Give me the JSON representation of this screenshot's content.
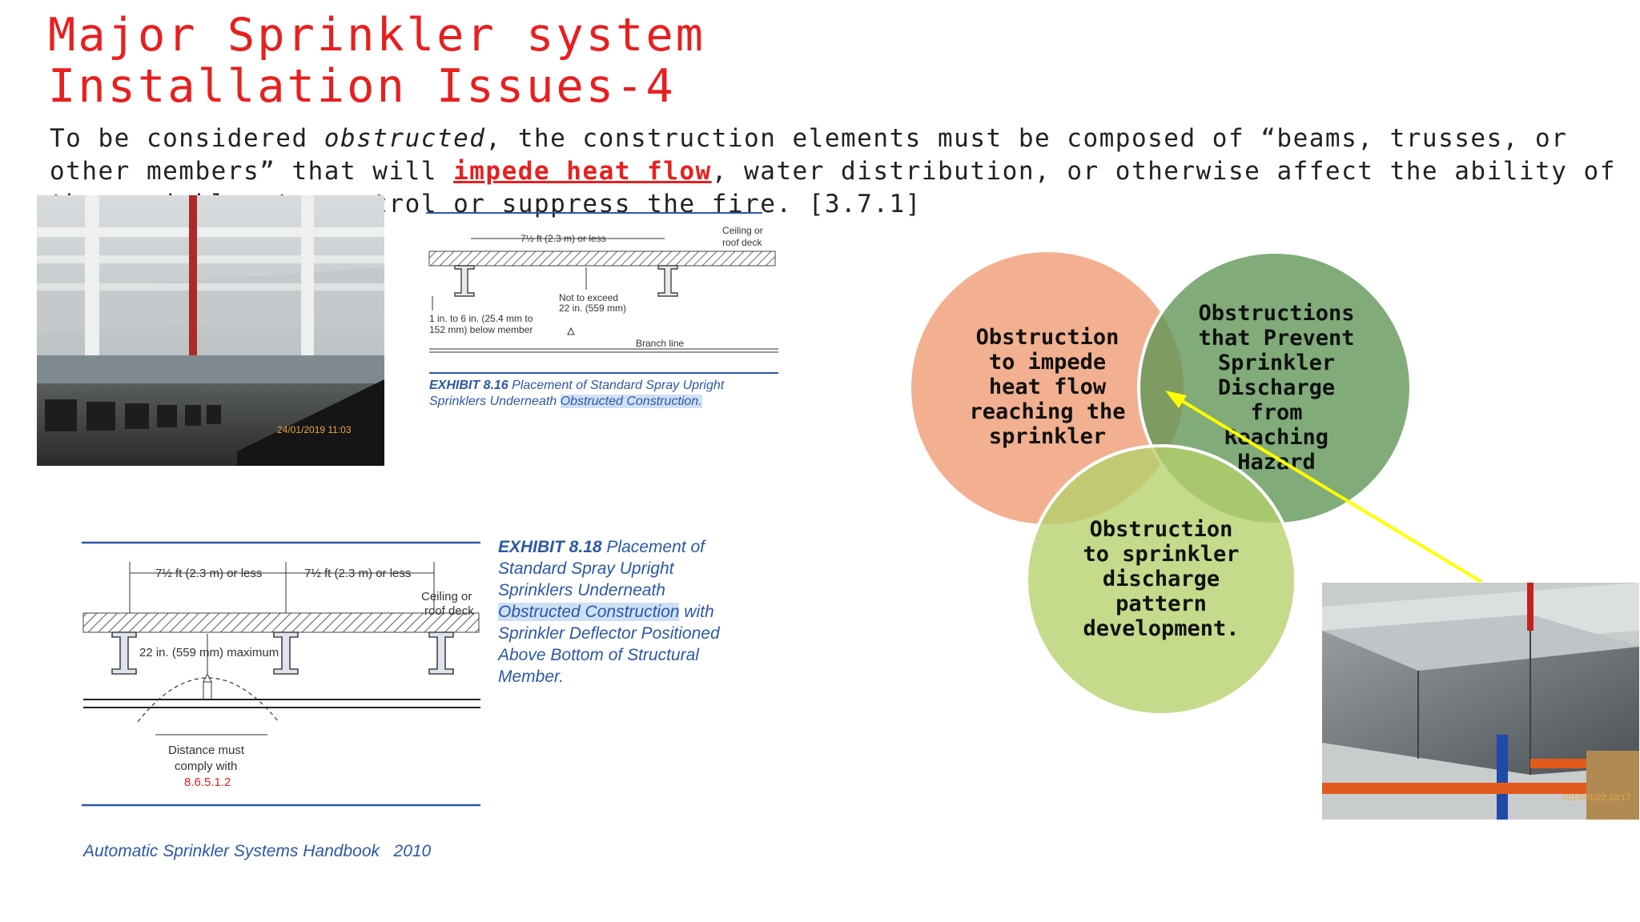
{
  "slide": {
    "title_line1": "Major Sprinkler system",
    "title_line2": "Installation Issues-4",
    "body": {
      "part1": "To be considered ",
      "italic": "obstructed",
      "part2": ", the construction elements must be composed of “beams, trusses, or other members” that will ",
      "highlight": "impede heat flow",
      "part3": ", water distribution, or otherwise affect the ability of the sprinkler to control or suppress the fire. [3.7.1]"
    },
    "colors": {
      "title": "#e81f1f",
      "highlight": "#e81f1f",
      "venn_heat": "#f0a27c",
      "venn_prevent": "#6b9e5f",
      "venn_pattern": "#bcd37a",
      "arrow": "#ffff00"
    }
  },
  "photo1": {
    "timestamp": "24/01/2019 11:03"
  },
  "exhibit16": {
    "dim_top": "7½ ft (2.3 m) or less",
    "ceiling": "Ceiling or",
    "ceiling2": "roof deck",
    "not_exceed1": "Not to exceed",
    "not_exceed2": "22 in. (559 mm)",
    "below1": "1 in. to 6 in. (25.4 mm to",
    "below2": "152 mm) below member",
    "branch": "Branch line",
    "caption_num": "EXHIBIT 8.16",
    "caption_l1": "Placement of Standard Spray Upright",
    "caption_l2a": "Sprinklers Underneath ",
    "caption_l2b": "Obstructed Construction."
  },
  "exhibit18": {
    "dim_left": "7½ ft (2.3 m) or less",
    "dim_right": "7½ ft (2.3 m) or less",
    "ceiling": "Ceiling or",
    "ceiling2": "roof deck",
    "max": "22 in. (559 mm) maximum",
    "dist1": "Distance must",
    "dist2": "comply with",
    "dist3": "8.6.5.1.2",
    "caption_num": "EXHIBIT 8.18",
    "caption_l1": "Placement of",
    "caption_l2": "Standard Spray Upright",
    "caption_l3": "Sprinklers Underneath",
    "caption_l4a": "Obstructed Construction",
    "caption_l4b": " with",
    "caption_l5": "Sprinkler Deflector Positioned",
    "caption_l6": "Above Bottom of Structural",
    "caption_l7": "Member."
  },
  "handbook": {
    "title": "Automatic Sprinkler Systems Handbook",
    "year": "2010"
  },
  "venn": {
    "heat": "Obstruction\nto impede\nheat flow\nreaching the\nsprinkler",
    "prevent": "Obstructions\nthat Prevent\nSprinkler\nDischarge\nfrom\nReaching\nHazard",
    "pattern": "Obstruction\nto sprinkler\ndischarge\npattern\ndevelopment."
  },
  "photo2": {
    "timestamp": "2019/01/22 10:17"
  }
}
